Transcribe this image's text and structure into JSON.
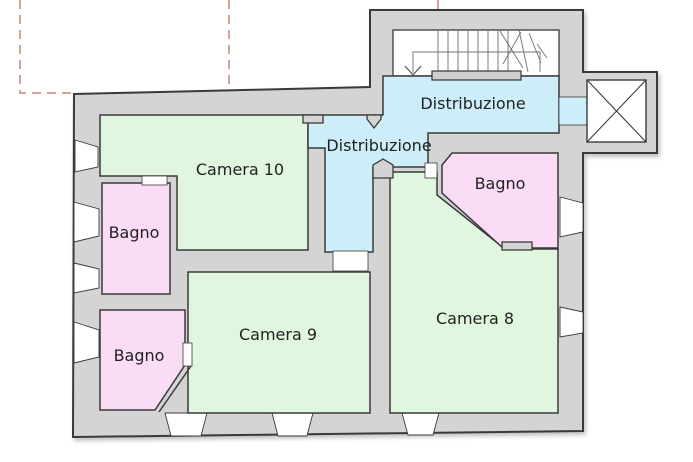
{
  "floor_plan": {
    "rooms": [
      {
        "id": "camera-10",
        "label": "Camera 10",
        "fill": "#e0f6df"
      },
      {
        "id": "camera-9",
        "label": "Camera 9",
        "fill": "#e0f6df"
      },
      {
        "id": "camera-8",
        "label": "Camera 8",
        "fill": "#e0f6df"
      },
      {
        "id": "bagno-upper-left",
        "label": "Bagno",
        "fill": "#fadcf6"
      },
      {
        "id": "bagno-lower-left",
        "label": "Bagno",
        "fill": "#fadcf6"
      },
      {
        "id": "bagno-upper-right",
        "label": "Bagno",
        "fill": "#fadcf6"
      },
      {
        "id": "distribuzione-upper",
        "label": "Distribuzione",
        "fill": "#cdeef9"
      },
      {
        "id": "distribuzione-central",
        "label": "Distribuzione",
        "fill": "#cdeef9"
      }
    ],
    "palette": {
      "wall_fill": "#d4d4d4",
      "wall_outline": "#3a3a3a",
      "window_fill": "#ffffff",
      "dashed_boundary": "#c28775",
      "label_color": "#222222",
      "stair_lines": "#6f6f6f",
      "handrail_fill": "#cfcfcf"
    }
  }
}
